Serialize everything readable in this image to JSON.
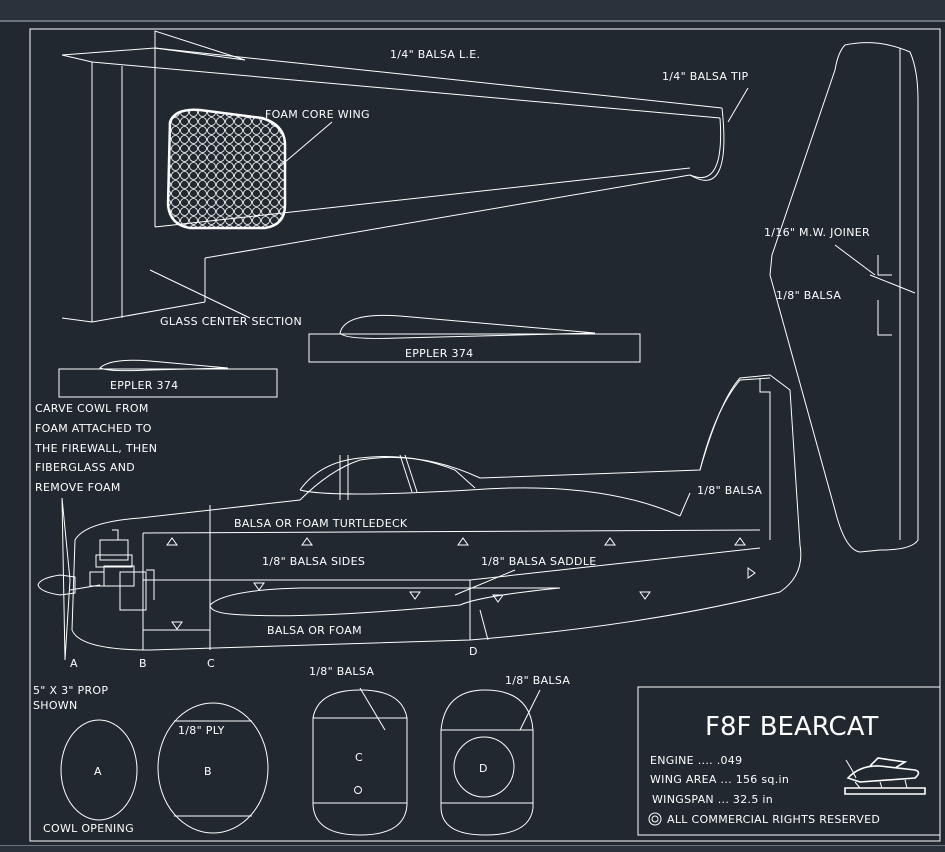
{
  "labels": {
    "le": "1/4\" BALSA L.E.",
    "tip": "1/4\" BALSA TIP",
    "foam_core": "FOAM CORE WING",
    "glass_center": "GLASS CENTER SECTION",
    "airfoil_large": "EPPLER 374",
    "airfoil_small": "EPPLER 374",
    "joiner": "1/16\" M.W. JOINER",
    "stab_balsa": "1/8\" BALSA",
    "cowl_note": [
      "CARVE COWL FROM",
      "FOAM ATTACHED TO",
      "THE FIREWALL, THEN",
      "FIBERGLASS AND",
      "REMOVE FOAM"
    ],
    "fin_balsa": "1/8\" BALSA",
    "turtledeck": "BALSA OR FOAM TURTLEDECK",
    "sides": "1/8\" BALSA SIDES",
    "saddle": "1/8\" BALSA SADDLE",
    "bottom": "BALSA OR FOAM",
    "station_a": "A",
    "station_b": "B",
    "station_c": "C",
    "station_d": "D",
    "prop": [
      "5\" X 3\" PROP",
      "SHOWN"
    ],
    "section_c_balsa": "1/8\" BALSA",
    "section_d_balsa": "1/8\" BALSA",
    "ply": "1/8\" PLY",
    "sec_a": "A",
    "sec_b": "B",
    "sec_c": "C",
    "sec_d": "D",
    "cowl_opening": "COWL OPENING"
  },
  "title_block": {
    "title": "F8F BEARCAT",
    "engine": "ENGINE  ....  .049",
    "wing_area": "WING AREA   ...  156 sq.in",
    "wingspan": "WINGSPAN   ...  32.5 in",
    "rights": "ALL COMMERCIAL RIGHTS RESERVED"
  }
}
